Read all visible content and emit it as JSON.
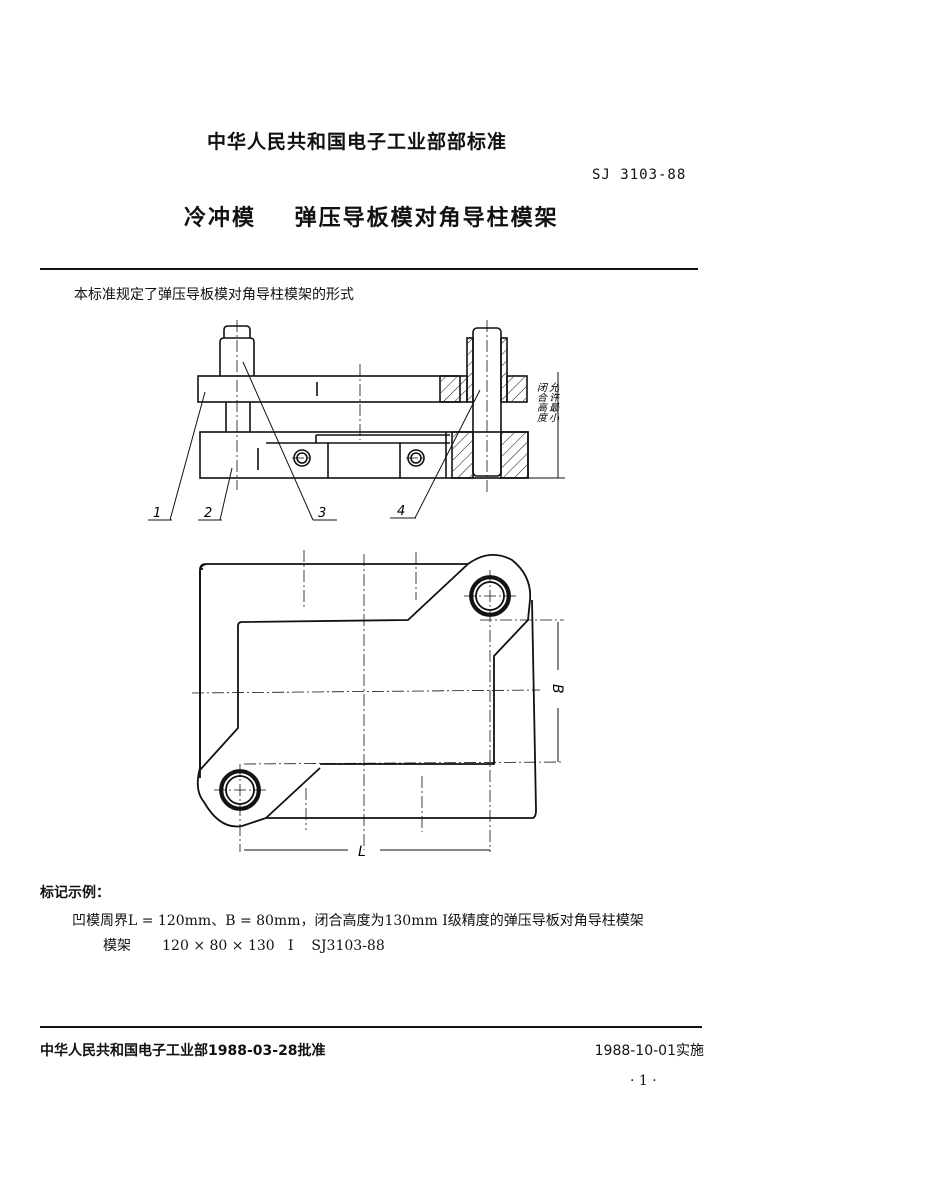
{
  "header": {
    "organization": "中华人民共和国电子工业部部标准",
    "standard_code": "SJ 3103-88",
    "title": "冷冲模    弹压导板模对角导柱模架"
  },
  "intro": "本标准规定了弹压导板模对角导柱模架的形式",
  "figure_side_view": {
    "callouts": [
      "1",
      "2",
      "3",
      "4"
    ],
    "dimension_label": "闭合高度",
    "dimension_label_line2": "允许最小"
  },
  "figure_top_view": {
    "dim_L": "L",
    "dim_B": "B"
  },
  "marking_example": {
    "label": "标记示例：",
    "description": "凹模周界L = 120mm、B = 80mm，闭合高度为130mm Ⅰ级精度的弹压导板对角导柱模架",
    "designation": "模架       120 × 80 × 130   Ⅰ    SJ3103-88"
  },
  "footer": {
    "approval": "中华人民共和国电子工业部1988-03-28批准",
    "effective": "1988-10-01实施",
    "page_number": "· 1 ·"
  }
}
